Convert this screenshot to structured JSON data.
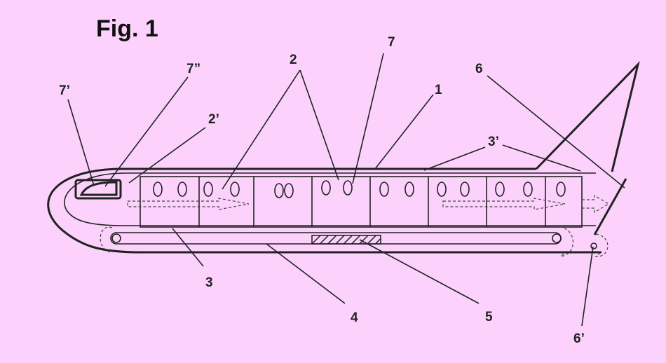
{
  "figure": {
    "title": "Fig. 1",
    "labels": {
      "l7p": "7’",
      "l7pp": "7”",
      "l2p": "2’",
      "l2": "2",
      "l7": "7",
      "l1": "1",
      "l6": "6",
      "l3p": "3’",
      "l3": "3",
      "l4": "4",
      "l5": "5",
      "l6p": "6’"
    }
  }
}
